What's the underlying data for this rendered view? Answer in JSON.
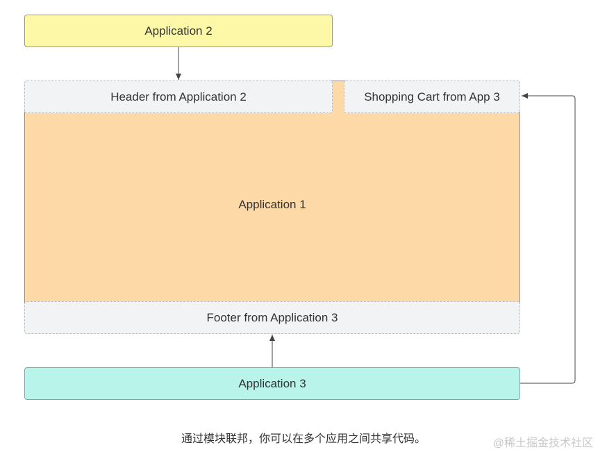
{
  "diagram": {
    "nodes": {
      "app2": "Application 2",
      "header": "Header from Application 2",
      "cart": "Shopping Cart from App 3",
      "app1": "Application 1",
      "footer": "Footer from Application 3",
      "app3": "Application 3"
    },
    "edges": [
      {
        "from": "app2",
        "to": "header"
      },
      {
        "from": "app3",
        "to": "footer"
      },
      {
        "from": "app3",
        "to": "cart"
      }
    ],
    "colors": {
      "app2": "#fdf8a8",
      "app1": "#fdd9a8",
      "app3": "#b8f4ea",
      "remote_module": "#f1f3f5",
      "connector": "#444444"
    }
  },
  "caption": "通过模块联邦，你可以在多个应用之间共享代码。",
  "watermark": "@稀土掘金技术社区"
}
